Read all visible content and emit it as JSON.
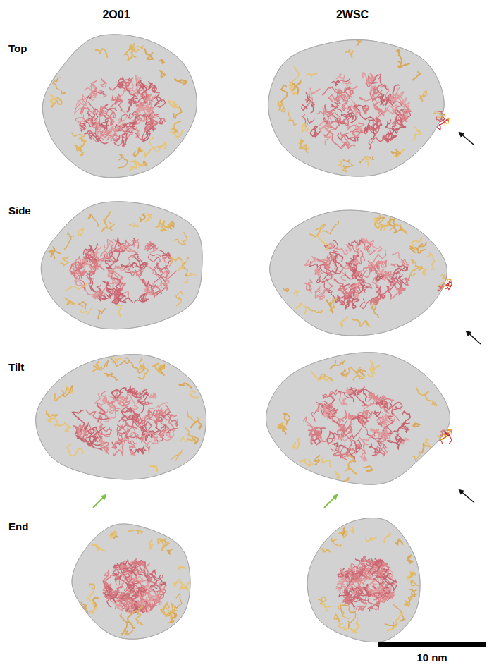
{
  "diagram": {
    "labels": [
      "2O01",
      "2WSC",
      "Top",
      "Side",
      "Tilt",
      "End",
      "10 nm"
    ]
  }
}
